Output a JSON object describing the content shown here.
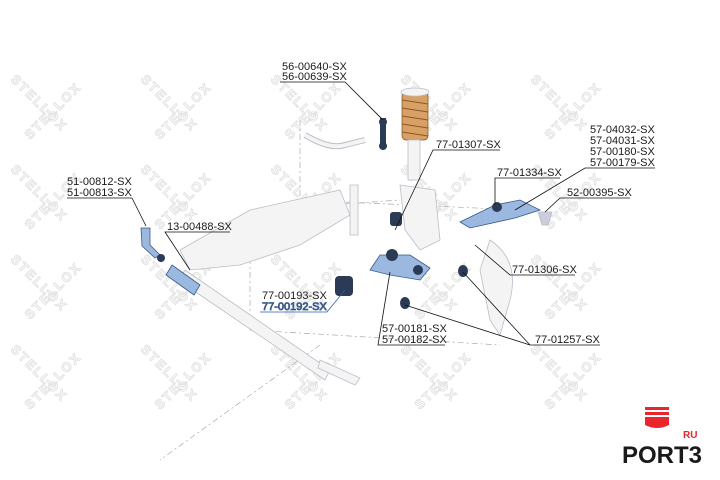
{
  "watermark": "STELLOX",
  "labels": {
    "stab_link_1": "56-00640-SX",
    "stab_link_2": "56-00639-SX",
    "upper_bushing": "77-01307-SX",
    "upper_arm_1": "57-04032-SX",
    "upper_arm_2": "57-04031-SX",
    "upper_arm_3": "57-00180-SX",
    "upper_arm_4": "57-00179-SX",
    "arm_bushing_upper": "77-01334-SX",
    "ball_joint": "52-00395-SX",
    "tie_rod_end_1": "51-00812-SX",
    "tie_rod_end_2": "51-00813-SX",
    "rack_boot": "13-00488-SX",
    "subframe_bushing_1": "77-00193-SX",
    "subframe_bushing_2": "77-00192-SX",
    "arm_bushing_rear": "77-01306-SX",
    "lower_arm_1": "57-00181-SX",
    "lower_arm_2": "57-00182-SX",
    "lower_bushing": "77-01257-SX"
  },
  "logo": {
    "text": "PORT3",
    "suffix": "RU"
  },
  "colors": {
    "accent": "#e8262b",
    "link": "#2a5db0",
    "part": "#9bb8e0"
  }
}
